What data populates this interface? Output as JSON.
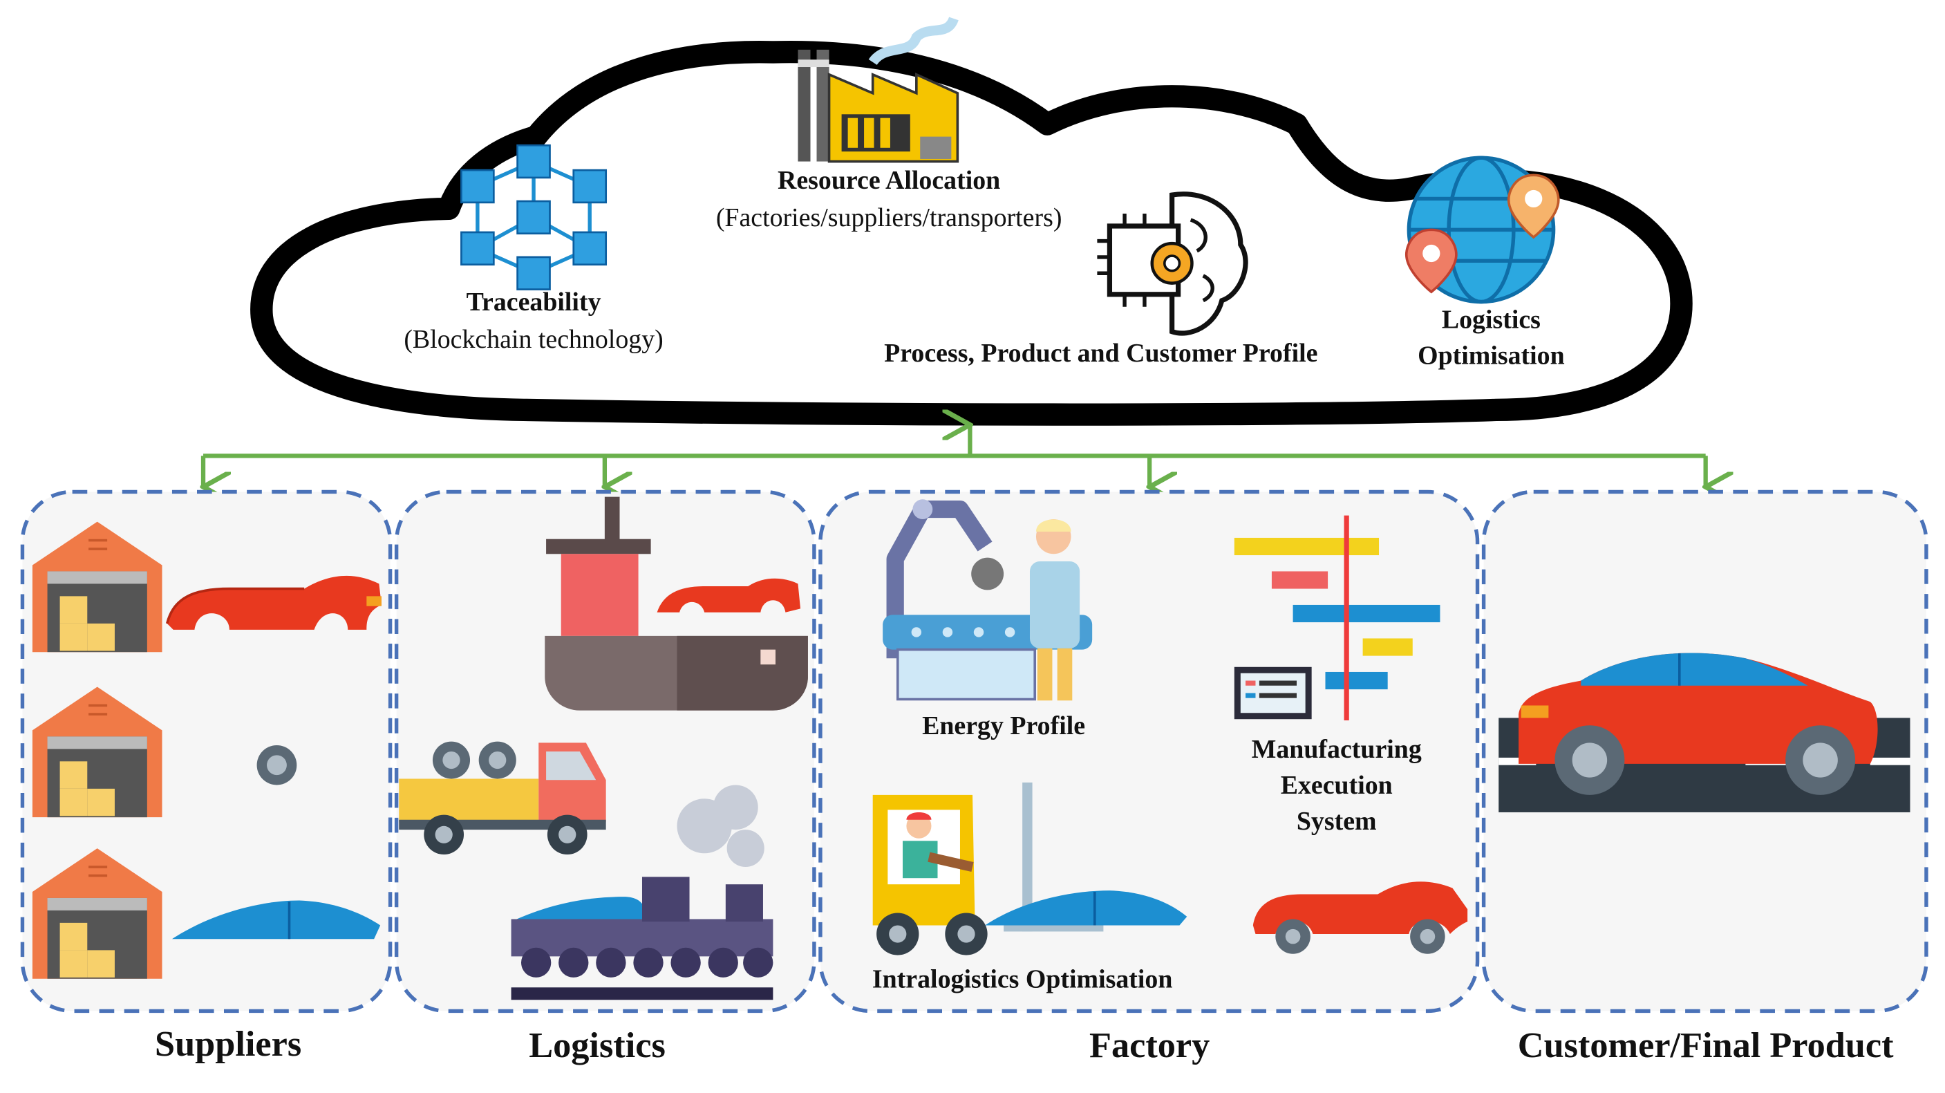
{
  "cloud": {
    "traceability": {
      "title": "Traceability",
      "subtitle": "(Blockchain  technology)"
    },
    "resource_allocation": {
      "title": "Resource Allocation",
      "subtitle": "(Factories/suppliers/transporters)"
    },
    "profile": {
      "title": "Process,  Product  and  Customer  Profile"
    },
    "logistics_optimisation": {
      "line1": "Logistics",
      "line2": "Optimisation"
    }
  },
  "panels": {
    "suppliers": {
      "label": "Suppliers"
    },
    "logistics": {
      "label": "Logistics"
    },
    "factory": {
      "label": "Factory",
      "energy_profile": "Energy Profile",
      "mes_line1": "Manufacturing",
      "mes_line2": "Execution",
      "mes_line3": "System",
      "intralogistics": "Intralogistics  Optimisation"
    },
    "customer": {
      "label": "Customer/Final Product"
    }
  },
  "colors": {
    "car_red": "#e8391f",
    "glass_blue": "#1d8fd1",
    "panel_border": "#4a72b8",
    "connector_green": "#6ab04c",
    "warehouse_orange": "#f07a47"
  },
  "icons": [
    "blockchain-icon",
    "factory-icon",
    "ai-brain-icon",
    "globe-pin-icon",
    "warehouse-icon",
    "car-body-icon",
    "wheel-icon",
    "windshield-icon",
    "ship-icon",
    "truck-icon",
    "train-icon",
    "robot-arm-icon",
    "gantt-icon",
    "forklift-icon",
    "final-car-icon"
  ]
}
